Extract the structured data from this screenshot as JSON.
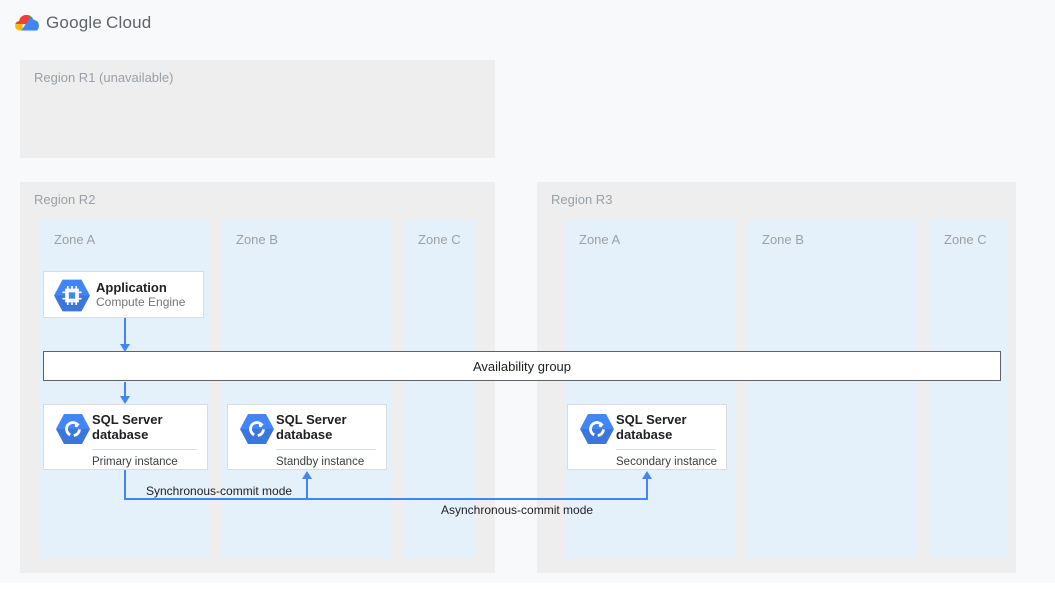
{
  "header": {
    "brand_google": "Google",
    "brand_cloud": "Cloud"
  },
  "regions": {
    "r1": {
      "label": "Region R1 (unavailable)"
    },
    "r2": {
      "label": "Region R2",
      "zones": [
        {
          "label": "Zone A"
        },
        {
          "label": "Zone B"
        },
        {
          "label": "Zone C"
        }
      ]
    },
    "r3": {
      "label": "Region R3",
      "zones": [
        {
          "label": "Zone A"
        },
        {
          "label": "Zone B"
        },
        {
          "label": "Zone C"
        }
      ]
    }
  },
  "nodes": {
    "application": {
      "title": "Application",
      "subtitle": "Compute Engine",
      "icon": "compute-engine-icon"
    },
    "availability_group": {
      "label": "Availability group"
    },
    "sql_primary": {
      "title": "SQL Server database",
      "instance": "Primary instance",
      "icon": "sql-server-database-icon"
    },
    "sql_standby": {
      "title": "SQL Server database",
      "instance": "Standby instance",
      "icon": "sql-server-database-icon"
    },
    "sql_secondary": {
      "title": "SQL Server database",
      "instance": "Secondary instance",
      "icon": "sql-server-database-icon"
    }
  },
  "connections": {
    "sync_label": "Synchronous-commit mode",
    "async_label": "Asynchronous-commit mode"
  },
  "colors": {
    "google_blue": "#4285f4",
    "google_red": "#ea4335",
    "google_yellow": "#fbbc05",
    "google_green": "#34a853",
    "region_fill": "#eeeeee",
    "zone_fill": "#e4f1fb",
    "arrow_blue": "#4285f4",
    "bar_border": "#5f6368",
    "canvas_bg": "#f8f9fa"
  }
}
